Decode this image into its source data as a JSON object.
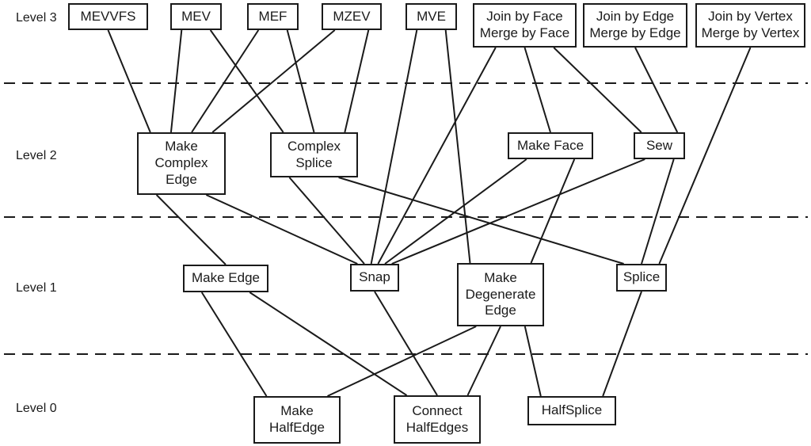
{
  "figure": {
    "background_color": "#ffffff",
    "line_color": "#1a1a1a",
    "description": "Operator hierarchy diagram with four levels separated by dashed lines"
  },
  "levels": [
    {
      "label": "Level 3"
    },
    {
      "label": "Level 2"
    },
    {
      "label": "Level 1"
    },
    {
      "label": "Level 0"
    }
  ],
  "diagram": {
    "nodes": [
      {
        "id": "mevvfs",
        "label": "MEVVFS",
        "level": 3
      },
      {
        "id": "mev",
        "label": "MEV",
        "level": 3
      },
      {
        "id": "mef",
        "label": "MEF",
        "level": 3
      },
      {
        "id": "mzev",
        "label": "MZEV",
        "level": 3
      },
      {
        "id": "mve",
        "label": "MVE",
        "level": 3
      },
      {
        "id": "join_face",
        "label": "Join by Face\nMerge by Face",
        "level": 3
      },
      {
        "id": "join_edge",
        "label": "Join by Edge\nMerge by Edge",
        "level": 3
      },
      {
        "id": "join_vertex",
        "label": "Join by Vertex\nMerge by Vertex",
        "level": 3
      },
      {
        "id": "make_complex_edge",
        "label": "Make\nComplex\nEdge",
        "level": 2
      },
      {
        "id": "complex_splice",
        "label": "Complex\nSplice",
        "level": 2
      },
      {
        "id": "make_face",
        "label": "Make Face",
        "level": 2
      },
      {
        "id": "sew",
        "label": "Sew",
        "level": 2
      },
      {
        "id": "make_edge",
        "label": "Make Edge",
        "level": 1
      },
      {
        "id": "snap",
        "label": "Snap",
        "level": 1
      },
      {
        "id": "make_degenerate_edge",
        "label": "Make\nDegenerate\nEdge",
        "level": 1
      },
      {
        "id": "splice",
        "label": "Splice",
        "level": 1
      },
      {
        "id": "make_halfedge",
        "label": "Make\nHalfEdge",
        "level": 0
      },
      {
        "id": "connect_halfedges",
        "label": "Connect\nHalfEdges",
        "level": 0
      },
      {
        "id": "halfsplice",
        "label": "HalfSplice",
        "level": 0
      }
    ],
    "edges": [
      {
        "from": "mevvfs",
        "to": "make_complex_edge"
      },
      {
        "from": "mev",
        "to": "make_complex_edge"
      },
      {
        "from": "mev",
        "to": "complex_splice"
      },
      {
        "from": "mef",
        "to": "make_complex_edge"
      },
      {
        "from": "mef",
        "to": "complex_splice"
      },
      {
        "from": "mzev",
        "to": "make_complex_edge"
      },
      {
        "from": "mzev",
        "to": "complex_splice"
      },
      {
        "from": "mve",
        "to": "snap"
      },
      {
        "from": "mve",
        "to": "make_degenerate_edge"
      },
      {
        "from": "join_face",
        "to": "snap"
      },
      {
        "from": "join_face",
        "to": "make_face"
      },
      {
        "from": "join_face",
        "to": "sew"
      },
      {
        "from": "join_edge",
        "to": "sew"
      },
      {
        "from": "join_vertex",
        "to": "splice"
      },
      {
        "from": "make_complex_edge",
        "to": "make_edge"
      },
      {
        "from": "make_complex_edge",
        "to": "snap"
      },
      {
        "from": "complex_splice",
        "to": "snap"
      },
      {
        "from": "complex_splice",
        "to": "splice"
      },
      {
        "from": "make_face",
        "to": "snap"
      },
      {
        "from": "make_face",
        "to": "make_degenerate_edge"
      },
      {
        "from": "sew",
        "to": "snap"
      },
      {
        "from": "sew",
        "to": "splice"
      },
      {
        "from": "make_edge",
        "to": "make_halfedge"
      },
      {
        "from": "make_edge",
        "to": "connect_halfedges"
      },
      {
        "from": "snap",
        "to": "connect_halfedges"
      },
      {
        "from": "make_degenerate_edge",
        "to": "make_halfedge"
      },
      {
        "from": "make_degenerate_edge",
        "to": "connect_halfedges"
      },
      {
        "from": "make_degenerate_edge",
        "to": "halfsplice"
      },
      {
        "from": "splice",
        "to": "halfsplice"
      }
    ]
  }
}
